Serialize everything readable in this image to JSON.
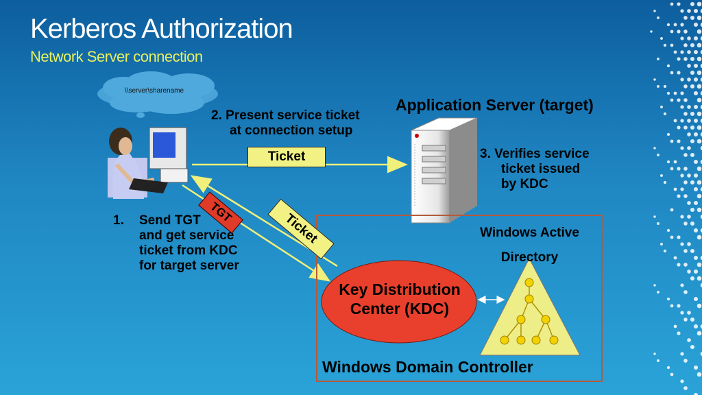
{
  "slide": {
    "title": "Kerberos Authorization",
    "subtitle": "Network Server connection"
  },
  "client": {
    "bubble_text": "\\\\server\\sharename"
  },
  "steps": {
    "step1_number": "1.",
    "step1_lines": [
      "Send TGT",
      "and get service",
      "ticket from KDC",
      "for target server"
    ],
    "step2_lines": [
      "2.  Present service ticket",
      "at connection setup"
    ],
    "step3_lines": [
      "3.  Verifies service",
      "ticket issued",
      "by KDC"
    ]
  },
  "labels": {
    "application_server": "Application Server (target)",
    "ticket_horizontal": "Ticket",
    "ticket_diagonal": "Ticket",
    "tgt": "TGT",
    "windows_active_directory_line1": "Windows Active",
    "windows_active_directory_line2": "Directory",
    "kdc_line1": "Key Distribution",
    "kdc_line2": "Center (KDC)",
    "domain_controller": "Windows  Domain Controller"
  },
  "colors": {
    "arrow": "#f0f07a",
    "kdc_fill": "#e8402c",
    "triangle_fill": "#eeee88",
    "subtitle": "#e8f060"
  }
}
